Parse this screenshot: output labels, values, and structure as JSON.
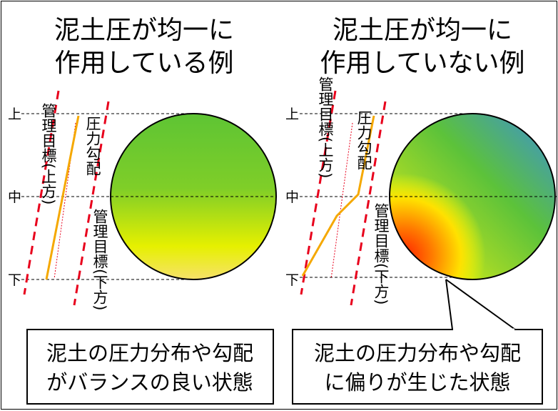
{
  "left_panel": {
    "title_line1": "泥土圧が均一に",
    "title_line2": "作用している例",
    "label_upper_target": "管理目標(上方)",
    "label_pressure_gradient": "圧力勾配",
    "label_lower_target": "管理目標(下方)",
    "level_top": "上",
    "level_mid": "中",
    "level_bottom": "下",
    "caption_line1": "泥土の圧力分布や勾配",
    "caption_line2": "がバランスの良い状態"
  },
  "right_panel": {
    "title_line1": "泥土圧が均一に",
    "title_line2": "作用していない例",
    "label_upper_target": "管理目標(上方)",
    "label_pressure_gradient": "圧力勾配",
    "label_lower_target": "管理目標(下方)",
    "level_top": "上",
    "level_mid": "中",
    "level_bottom": "下",
    "caption_line1": "泥土の圧力分布や勾配",
    "caption_line2": "に偏りが生じた状態"
  },
  "colors": {
    "target_line": "#e8001c",
    "gradient_line": "#f5a800",
    "circle_green": "#6ecb2f",
    "circle_yellow": "#ffff00",
    "circle_red": "#ff2a00",
    "circle_blue": "#3a9ad0"
  }
}
